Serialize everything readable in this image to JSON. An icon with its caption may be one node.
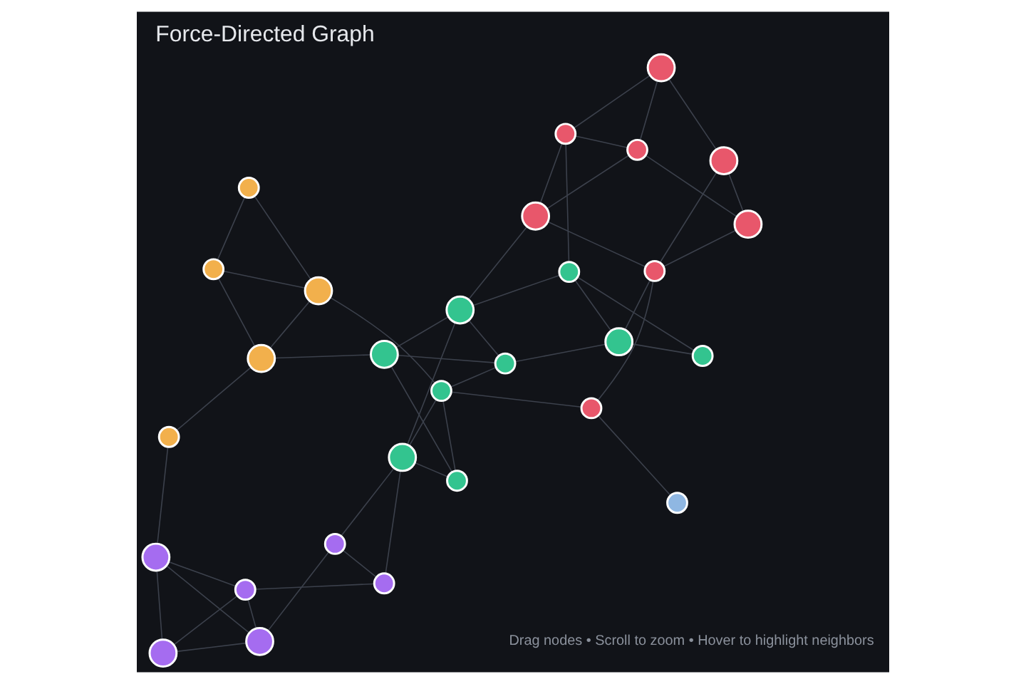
{
  "diagram": {
    "title": "Force-Directed Graph",
    "nodes": [
      {
        "text": [],
        "shape": "circle"
      },
      {
        "text": [],
        "shape": "circle"
      },
      {
        "text": [],
        "shape": "circle"
      },
      {
        "text": [],
        "shape": "circle"
      },
      {
        "text": [],
        "shape": "circle"
      },
      {
        "text": [],
        "shape": "circle"
      },
      {
        "text": [],
        "shape": "circle"
      },
      {
        "text": [],
        "shape": "circle"
      },
      {
        "text": [],
        "shape": "circle"
      },
      {
        "text": [],
        "shape": "circle"
      },
      {
        "text": [],
        "shape": "circle"
      },
      {
        "text": [],
        "shape": "circle"
      },
      {
        "text": [],
        "shape": "circle"
      },
      {
        "text": [],
        "shape": "circle"
      },
      {
        "text": [],
        "shape": "circle"
      },
      {
        "text": [],
        "shape": "circle"
      },
      {
        "text": [],
        "shape": "circle"
      },
      {
        "text": [],
        "shape": "circle"
      },
      {
        "text": [],
        "shape": "circle"
      },
      {
        "text": [],
        "shape": "circle"
      },
      {
        "text": [],
        "shape": "circle"
      },
      {
        "text": [],
        "shape": "circle"
      },
      {
        "text": [],
        "shape": "circle"
      },
      {
        "text": [],
        "shape": "circle"
      },
      {
        "text": [],
        "shape": "circle"
      },
      {
        "text": [],
        "shape": "circle"
      },
      {
        "text": [],
        "shape": "circle"
      },
      {
        "text": [],
        "shape": "circle"
      },
      {
        "text": [],
        "shape": "circle"
      }
    ],
    "edges": [
      {
        "from": 0,
        "to": 3,
        "arrow": "none"
      },
      {
        "from": 0,
        "to": 1,
        "arrow": "none"
      },
      {
        "from": 1,
        "to": 3,
        "arrow": "none"
      },
      {
        "from": 1,
        "to": 4,
        "arrow": "none"
      },
      {
        "from": 3,
        "to": 4,
        "arrow": "none"
      },
      {
        "from": 4,
        "to": 2,
        "arrow": "none"
      },
      {
        "from": 2,
        "to": 14,
        "arrow": "none"
      },
      {
        "from": 4,
        "to": 5,
        "arrow": "none"
      },
      {
        "from": 1,
        "to": 7,
        "arrow": "none"
      },
      {
        "from": 5,
        "to": 6,
        "arrow": "none"
      },
      {
        "from": 5,
        "to": 9,
        "arrow": "none"
      },
      {
        "from": 5,
        "to": 10,
        "arrow": "none"
      },
      {
        "from": 6,
        "to": 7,
        "arrow": "none"
      },
      {
        "from": 6,
        "to": 8,
        "arrow": "none"
      },
      {
        "from": 7,
        "to": 8,
        "arrow": "none"
      },
      {
        "from": 7,
        "to": 9,
        "arrow": "none"
      },
      {
        "from": 8,
        "to": 10,
        "arrow": "none"
      },
      {
        "from": 9,
        "to": 11,
        "arrow": "none"
      },
      {
        "from": 11,
        "to": 12,
        "arrow": "none"
      },
      {
        "from": 12,
        "to": 13,
        "arrow": "none"
      },
      {
        "from": 10,
        "to": 13,
        "arrow": "none"
      },
      {
        "from": 11,
        "to": 13,
        "arrow": "none"
      },
      {
        "from": 9,
        "to": 10,
        "arrow": "none"
      },
      {
        "from": 8,
        "to": 17,
        "arrow": "none"
      },
      {
        "from": 8,
        "to": 19,
        "arrow": "none"
      },
      {
        "from": 13,
        "to": 20,
        "arrow": "none"
      },
      {
        "from": 10,
        "to": 22,
        "arrow": "none"
      },
      {
        "from": 11,
        "to": 27,
        "arrow": "none"
      },
      {
        "from": 7,
        "to": 26,
        "arrow": "none"
      },
      {
        "from": 14,
        "to": 15,
        "arrow": "none"
      },
      {
        "from": 14,
        "to": 16,
        "arrow": "none"
      },
      {
        "from": 14,
        "to": 18,
        "arrow": "none"
      },
      {
        "from": 16,
        "to": 18,
        "arrow": "none"
      },
      {
        "from": 15,
        "to": 18,
        "arrow": "none"
      },
      {
        "from": 16,
        "to": 17,
        "arrow": "none"
      },
      {
        "from": 17,
        "to": 19,
        "arrow": "none"
      },
      {
        "from": 19,
        "to": 18,
        "arrow": "none"
      },
      {
        "from": 15,
        "to": 16,
        "arrow": "none"
      },
      {
        "from": 20,
        "to": 21,
        "arrow": "none"
      },
      {
        "from": 20,
        "to": 23,
        "arrow": "none"
      },
      {
        "from": 20,
        "to": 22,
        "arrow": "none"
      },
      {
        "from": 21,
        "to": 23,
        "arrow": "none"
      },
      {
        "from": 21,
        "to": 24,
        "arrow": "none"
      },
      {
        "from": 23,
        "to": 22,
        "arrow": "none"
      },
      {
        "from": 23,
        "to": 25,
        "arrow": "none"
      },
      {
        "from": 24,
        "to": 25,
        "arrow": "none"
      },
      {
        "from": 24,
        "to": 27,
        "arrow": "none"
      },
      {
        "from": 22,
        "to": 27,
        "arrow": "none"
      },
      {
        "from": 25,
        "to": 27,
        "arrow": "none"
      },
      {
        "from": 27,
        "to": 26,
        "arrow": "none"
      },
      {
        "from": 26,
        "to": 28,
        "arrow": "none"
      }
    ],
    "labels": [
      "Drag nodes • Scroll to zoom • Hover to highlight neighbors"
    ]
  }
}
